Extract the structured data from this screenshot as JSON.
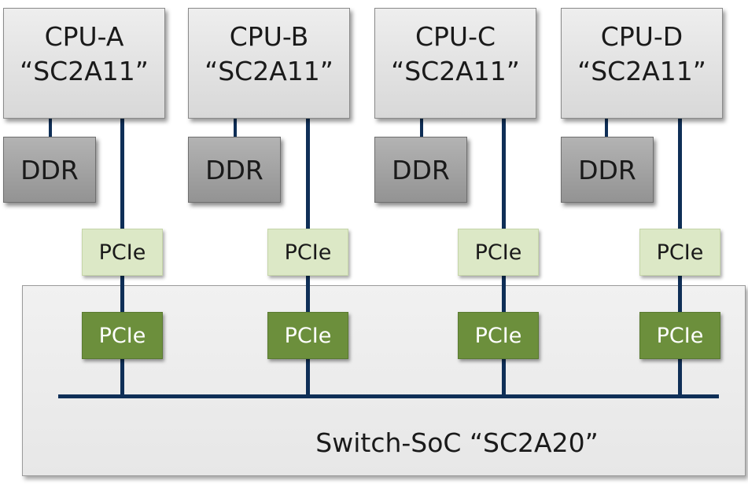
{
  "cpus": [
    {
      "name": "CPU-A",
      "chip": "“SC2A11”",
      "ddr": "DDR",
      "pcie_top": "PCIe",
      "pcie_bottom": "PCIe"
    },
    {
      "name": "CPU-B",
      "chip": "“SC2A11”",
      "ddr": "DDR",
      "pcie_top": "PCIe",
      "pcie_bottom": "PCIe"
    },
    {
      "name": "CPU-C",
      "chip": "“SC2A11”",
      "ddr": "DDR",
      "pcie_top": "PCIe",
      "pcie_bottom": "PCIe"
    },
    {
      "name": "CPU-D",
      "chip": "“SC2A11”",
      "ddr": "DDR",
      "pcie_top": "PCIe",
      "pcie_bottom": "PCIe"
    }
  ],
  "switch": {
    "label": "Switch-SoC “SC2A20”"
  },
  "colors": {
    "line": "#0f2f57",
    "pcie_light": "#dce8c6",
    "pcie_dark": "#6c8f3c",
    "cpu_box": "#e3e3e3",
    "ddr_box": "#a3a3a3"
  }
}
